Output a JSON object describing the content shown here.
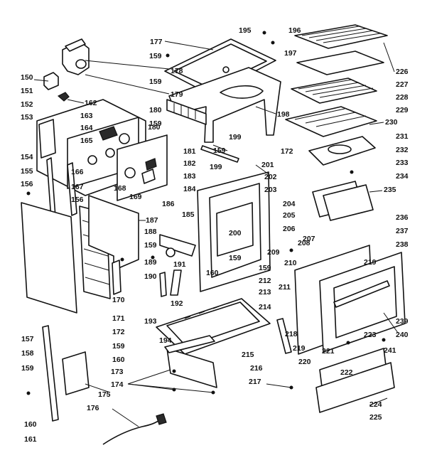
{
  "labels": {
    "l150": "150",
    "l151": "151",
    "l152": "152",
    "l153": "153",
    "l154": "154",
    "l155": "155",
    "l156a": "156",
    "l156b": "156",
    "l157": "157",
    "l158": "158",
    "l159a": "159",
    "l159b": "159",
    "l159c": "159",
    "l159d": "159",
    "l159e": "159",
    "l159f": "159",
    "l159g": "159",
    "l159h": "159",
    "l159i": "159",
    "l160a": "160",
    "l160b": "160",
    "l160c": "160",
    "l161": "161",
    "l162": "162",
    "l163": "163",
    "l164": "164",
    "l165": "165",
    "l166": "166",
    "l167": "167",
    "l168": "168",
    "l169": "169",
    "l170": "170",
    "l171": "171",
    "l172a": "172",
    "l172b": "172",
    "l173": "173",
    "l174": "174",
    "l175": "175",
    "l176": "176",
    "l177": "177",
    "l178": "178",
    "l179": "179",
    "l180a": "180",
    "l180b": "180",
    "l181": "181",
    "l182": "182",
    "l183": "183",
    "l184": "184",
    "l185": "185",
    "l186": "186",
    "l187": "187",
    "l188": "188",
    "l189": "189",
    "l190": "190",
    "l191": "191",
    "l192": "192",
    "l193": "193",
    "l194": "194",
    "l195": "195",
    "l196": "196",
    "l197": "197",
    "l198": "198",
    "l199a": "199",
    "l199b": "199",
    "l200": "200",
    "l201": "201",
    "l202": "202",
    "l203": "203",
    "l204": "204",
    "l205": "205",
    "l206": "206",
    "l207": "207",
    "l208": "208",
    "l209": "209",
    "l210": "210",
    "l211": "211",
    "l212": "212",
    "l213": "213",
    "l214": "214",
    "l215": "215",
    "l216": "216",
    "l217": "217",
    "l218": "218",
    "l219a": "219",
    "l219b": "219",
    "l220": "220",
    "l221": "221",
    "l222": "222",
    "l223": "223",
    "l224": "224",
    "l225": "225",
    "l226": "226",
    "l227": "227",
    "l228": "228",
    "l229": "229",
    "l230": "230",
    "l231": "231",
    "l232": "232",
    "l233": "233",
    "l234": "234",
    "l235": "235",
    "l236": "236",
    "l237": "237",
    "l238": "238",
    "l239": "239",
    "l240": "240",
    "l241": "241"
  }
}
